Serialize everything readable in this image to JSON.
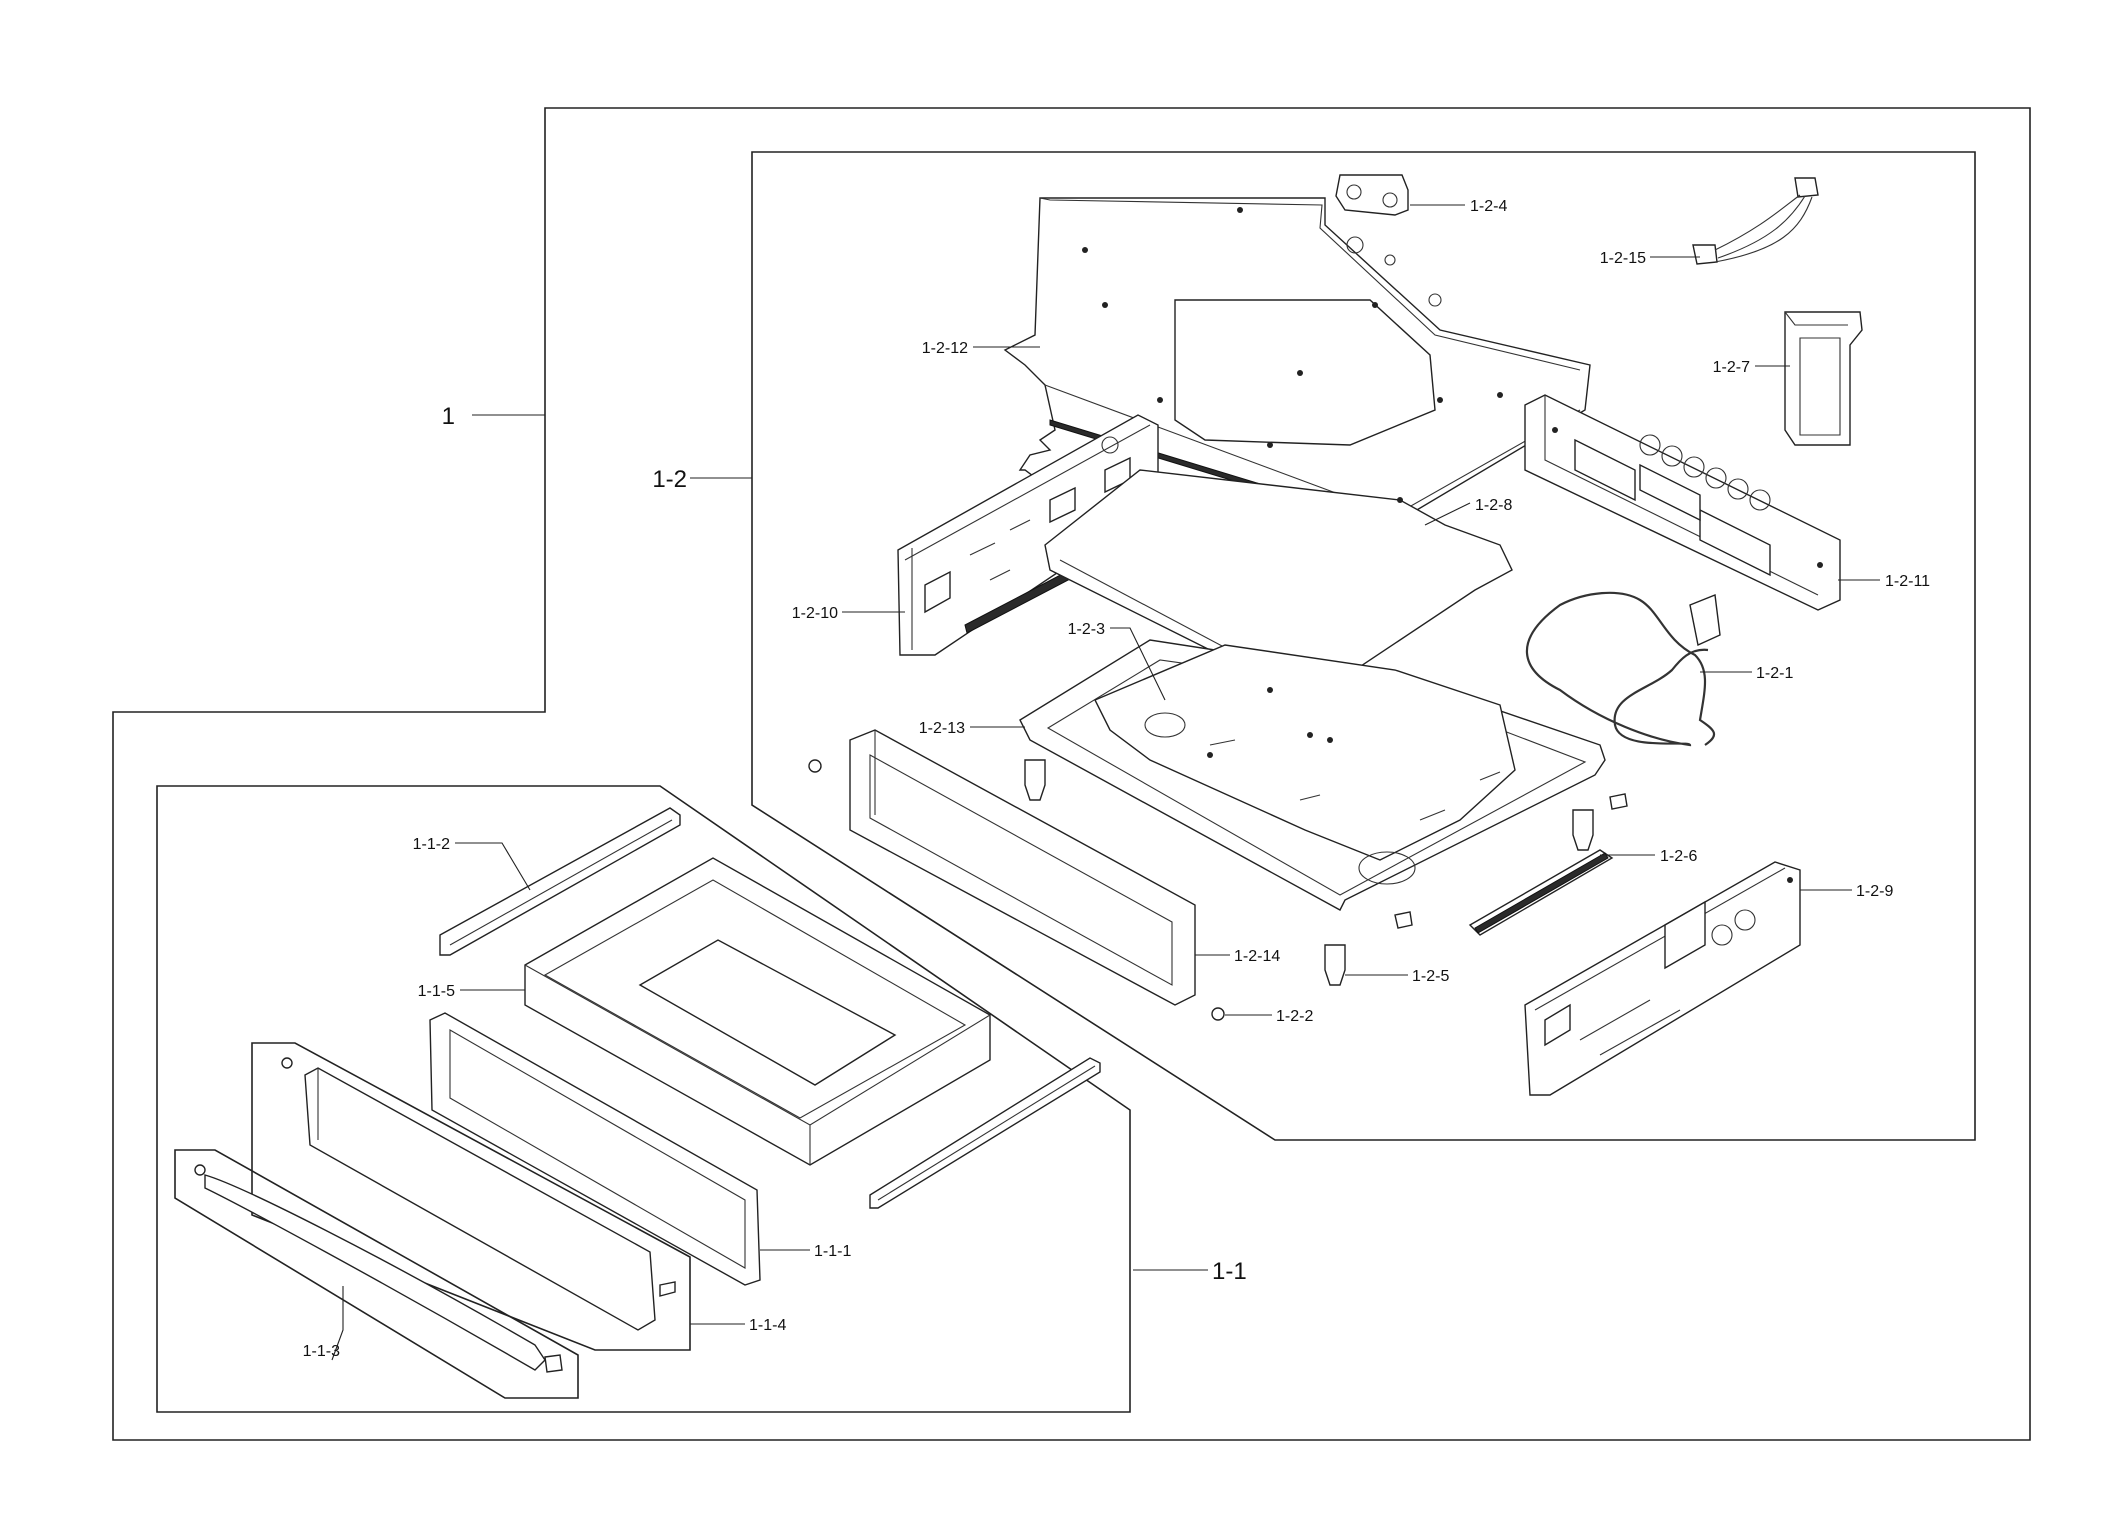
{
  "callouts": {
    "c1": "1",
    "c1_1": "1-1",
    "c1_2": "1-2",
    "c1_1_1": "1-1-1",
    "c1_1_2": "1-1-2",
    "c1_1_3": "1-1-3",
    "c1_1_4": "1-1-4",
    "c1_1_5": "1-1-5",
    "c1_2_1": "1-2-1",
    "c1_2_2": "1-2-2",
    "c1_2_3": "1-2-3",
    "c1_2_4": "1-2-4",
    "c1_2_5": "1-2-5",
    "c1_2_6": "1-2-6",
    "c1_2_7": "1-2-7",
    "c1_2_8": "1-2-8",
    "c1_2_9": "1-2-9",
    "c1_2_10": "1-2-10",
    "c1_2_11": "1-2-11",
    "c1_2_12": "1-2-12",
    "c1_2_13": "1-2-13",
    "c1_2_14": "1-2-14",
    "c1_2_15": "1-2-15"
  },
  "colors": {
    "line": "#222222",
    "background": "#ffffff"
  }
}
